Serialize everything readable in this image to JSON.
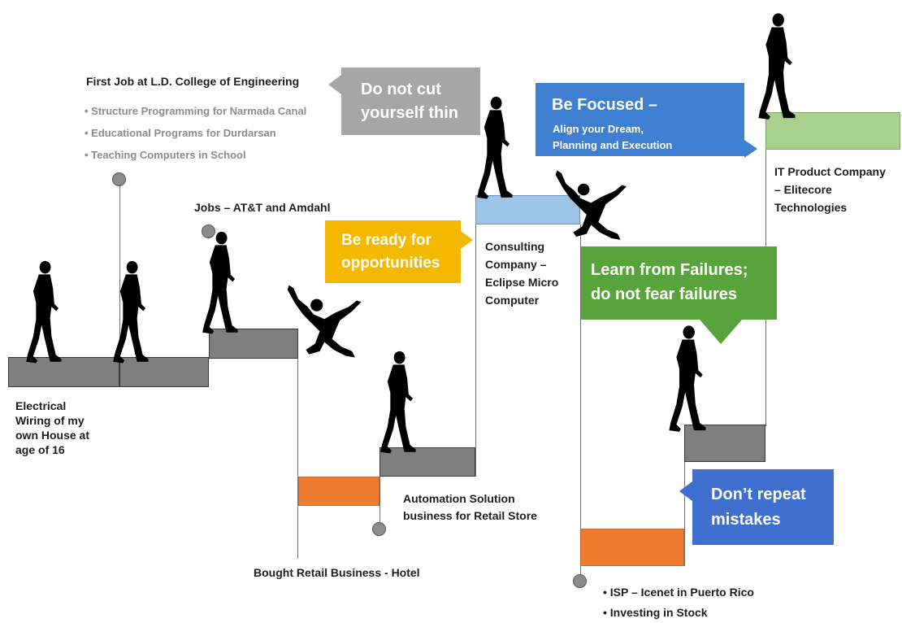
{
  "labels": {
    "electrical": [
      "Electrical",
      "Wiring of my",
      "own House at",
      "age of 16"
    ],
    "first_job_title": "First Job at L.D. College of Engineering",
    "first_job_items": [
      "• Structure Programming for Narmada Canal",
      "• Educational Programs for Durdarsan",
      "• Teaching Computers in School"
    ],
    "jobs": "Jobs – AT&T and Amdahl",
    "bought": "Bought Retail Business - Hotel",
    "automation": [
      "Automation Solution",
      "business for Retail Store"
    ],
    "consulting": [
      "Consulting",
      "Company –",
      "Eclipse Micro",
      "Computer"
    ],
    "it_product": [
      "IT Product Company",
      "– Elitecore",
      "Technologies"
    ],
    "isp_items": [
      "• ISP –  Icenet in Puerto Rico",
      "• Investing in Stock"
    ]
  },
  "callouts": {
    "cut_thin": [
      "Do not cut",
      "yourself thin"
    ],
    "ready": [
      "Be ready for",
      "opportunities"
    ],
    "focused_title": "Be Focused –",
    "focused_lines": [
      "Align your Dream,",
      "Planning and Execution"
    ],
    "failures": [
      "Learn from Failures;",
      "do not fear failures"
    ],
    "repeat": [
      "Don’t repeat",
      "mistakes"
    ]
  },
  "colors": {
    "gray_callout": "#a6a6a6",
    "yellow_callout": "#f5b800",
    "blue_callout": "#3f7fd1",
    "green_callout": "#58a33b",
    "step_gray": "#7f7f7f",
    "step_orange": "#ee7b30",
    "step_blue": "#9dc3e6",
    "step_green": "#a9d08e"
  }
}
